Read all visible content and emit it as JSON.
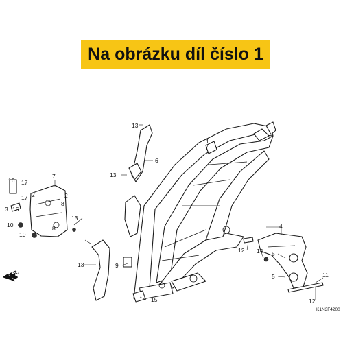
{
  "banner": {
    "text": "Na obrázku díl číslo 1",
    "color": "#f7c515"
  },
  "diagram_code": "K1N3F4200",
  "direction_label": "FR.",
  "callouts": {
    "c1": "1",
    "c2a": "2",
    "c2b": "2",
    "c3": "3",
    "c4": "4",
    "c5a": "5",
    "c5b": "5",
    "c6": "6",
    "c7": "7",
    "c8a": "8",
    "c8b": "8",
    "c9": "9",
    "c10a": "10",
    "c10b": "10",
    "c11": "11",
    "c12a": "12",
    "c12b": "12",
    "c13a": "13",
    "c13b": "13",
    "c13c": "13",
    "c13d": "13",
    "c14": "14",
    "c15": "15",
    "c16a": "16",
    "c16b": "16",
    "c17a": "17",
    "c17b": "17"
  }
}
